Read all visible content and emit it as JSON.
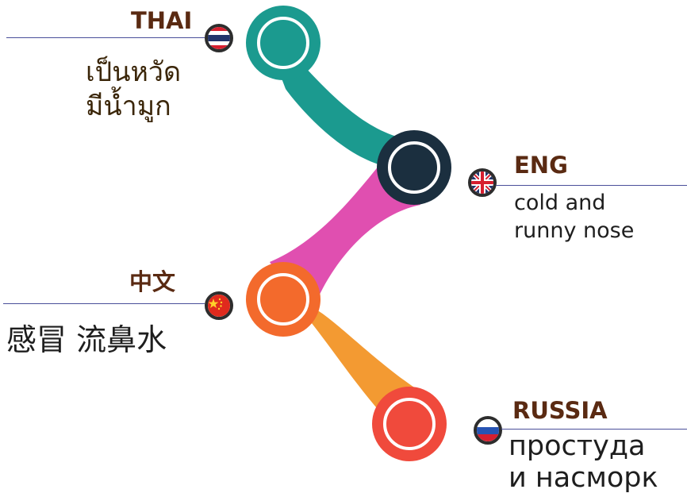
{
  "nodes": [
    {
      "id": "thai",
      "color": "#1b9a8f"
    },
    {
      "id": "eng",
      "color": "#1b2f3f"
    },
    {
      "id": "zh",
      "color": "#f36a2c"
    },
    {
      "id": "ru",
      "color": "#f04a3c"
    }
  ],
  "connectors": [
    {
      "from": "thai",
      "to": "eng",
      "color": "#1b9a8f"
    },
    {
      "from": "eng",
      "to": "zh",
      "color": "#e04fb0"
    },
    {
      "from": "zh",
      "to": "ru",
      "color": "#f39a32"
    }
  ],
  "languages": {
    "thai": {
      "label": "THAI",
      "text": "เป็นหวัด\nมีน้ำมูก",
      "flag": "thailand-flag-icon"
    },
    "eng": {
      "label": "ENG",
      "text": "cold and\nrunny nose",
      "flag": "uk-flag-icon"
    },
    "zh": {
      "label": "中文",
      "text": "感冒 流鼻水",
      "flag": "china-flag-icon"
    },
    "ru": {
      "label": "RUSSIA",
      "text": "простуда\nи насморк",
      "flag": "russia-flag-icon"
    }
  }
}
